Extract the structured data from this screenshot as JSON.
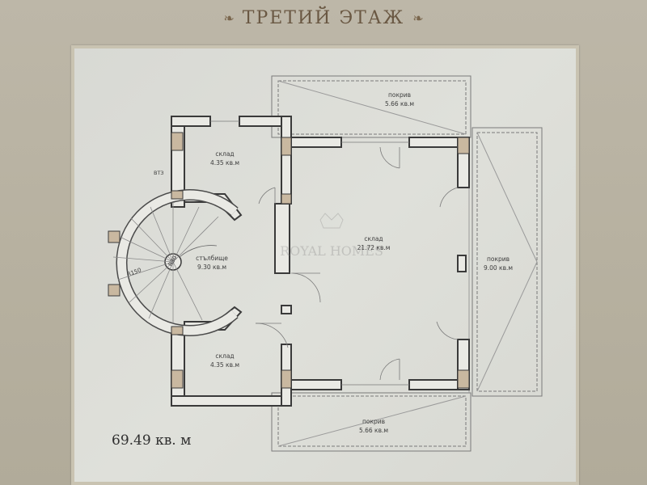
{
  "header": {
    "title": "ТРЕТИЙ ЭТАЖ",
    "ornament_left": "❧",
    "ornament_right": "❧"
  },
  "plan": {
    "rooms": [
      {
        "name": "склад",
        "area": "4.35 кв.м"
      },
      {
        "name": "стълбище",
        "area": "9.30 кв.м"
      },
      {
        "name": "склад",
        "area": "4.35 кв.м"
      },
      {
        "name": "склад",
        "area": "21.72 кв.м"
      },
      {
        "name": "покрив",
        "area": "5.66 кв.м"
      },
      {
        "name": "покрив",
        "area": "9.00 кв.м"
      },
      {
        "name": "покрив",
        "area": "5.66 кв.м"
      }
    ],
    "markers": {
      "vtz": "ВТЗ",
      "radius_big": "R150",
      "radius_small": "R30"
    },
    "watermark": "ROYAL HOMES"
  },
  "total_area": "69.49 кв. м",
  "colors": {
    "board": "#b9b3a3",
    "paper": "#dcdcd6",
    "wall": "#3a3a3a",
    "header_text": "#6a5843"
  }
}
